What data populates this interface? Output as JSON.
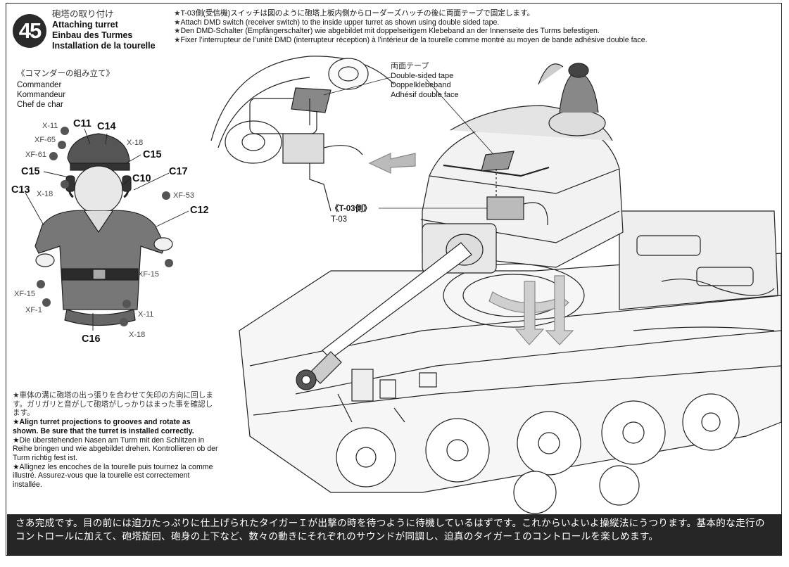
{
  "step": {
    "number": "45",
    "title_jp": "砲塔の取り付け",
    "title_en": "Attaching turret",
    "title_de": "Einbau des Turmes",
    "title_fr": "Installation de la tourelle"
  },
  "instructions": {
    "star": "★",
    "jp": "T-03側(受信機)スイッチは図のように砲塔上板内側からローダーズハッチの後に両面テープで固定します。",
    "en": "Attach DMD switch (receiver switch) to the inside upper turret as shown using double sided tape.",
    "de": "Den DMD-Schalter (Empfängerschalter) wie abgebildet mit doppelseitigem Klebeband an der Innenseite des Turms befestigen.",
    "fr": "Fixer l’interrupteur de l’unité DMD (interrupteur réception) à l’intérieur de la tourelle comme montré au moyen de bande adhésive double face."
  },
  "commander": {
    "jp": "《コマンダーの組み立て》",
    "en": "Commander",
    "de": "Kommandeur",
    "fr": "Chef de char"
  },
  "parts": {
    "c11": "C11",
    "c14": "C14",
    "c15a": "C15",
    "c15b": "C15",
    "c10": "C10",
    "c17": "C17",
    "c13": "C13",
    "c12": "C12",
    "c16": "C16"
  },
  "paints": {
    "x11a": "X-11",
    "xf65": "XF-65",
    "xf61": "XF-61",
    "x18a": "X-18",
    "x18b": "X-18",
    "xf53": "XF-53",
    "xf15a": "XF-15",
    "xf15b": "XF-15",
    "xf1": "XF-1",
    "x11b": "X-11",
    "x18c": "X-18"
  },
  "tape": {
    "jp": "両面テープ",
    "en": "Double-sided tape",
    "de": "Doppelklebeband",
    "fr": "Adhésif double face"
  },
  "t03": {
    "jp": "《T-03側》",
    "en": "T-03"
  },
  "notes": {
    "jp": "★車体の溝に砲塔の出っ張りを合わせて矢印の方向に回します。ガリガリと音がして砲塔がしっかりはまった事を確認します。",
    "en": "★Align turret projections to grooves and rotate as shown. Be sure that the turret is installed correctly.",
    "de": "★Die überstehenden Nasen am Turm mit den Schlitzen in Reihe bringen und wie abgebildet drehen. Kontrollieren ob der Turm richtig fest ist.",
    "fr": "★Allignez les encoches de la tourelle puis tournez la comme illustré. Assurez-vous que la tourelle est correctement installée."
  },
  "footer": {
    "text": "さあ完成です。目の前には迫力たっぷりに仕上げられたタイガーＩが出撃の時を待つように待機しているはずです。これからいよいよ操縦法にうつります。基本的な走行のコントロールに加えて、砲塔旋回、砲身の上下など、数々の動きにそれぞれのサウンドが同調し、迫真のタイガーＩのコントロールを楽しめます。"
  },
  "colors": {
    "footer_bg": "#262626",
    "line_art": "#222222",
    "arrow_fill": "#cfcfcf"
  }
}
